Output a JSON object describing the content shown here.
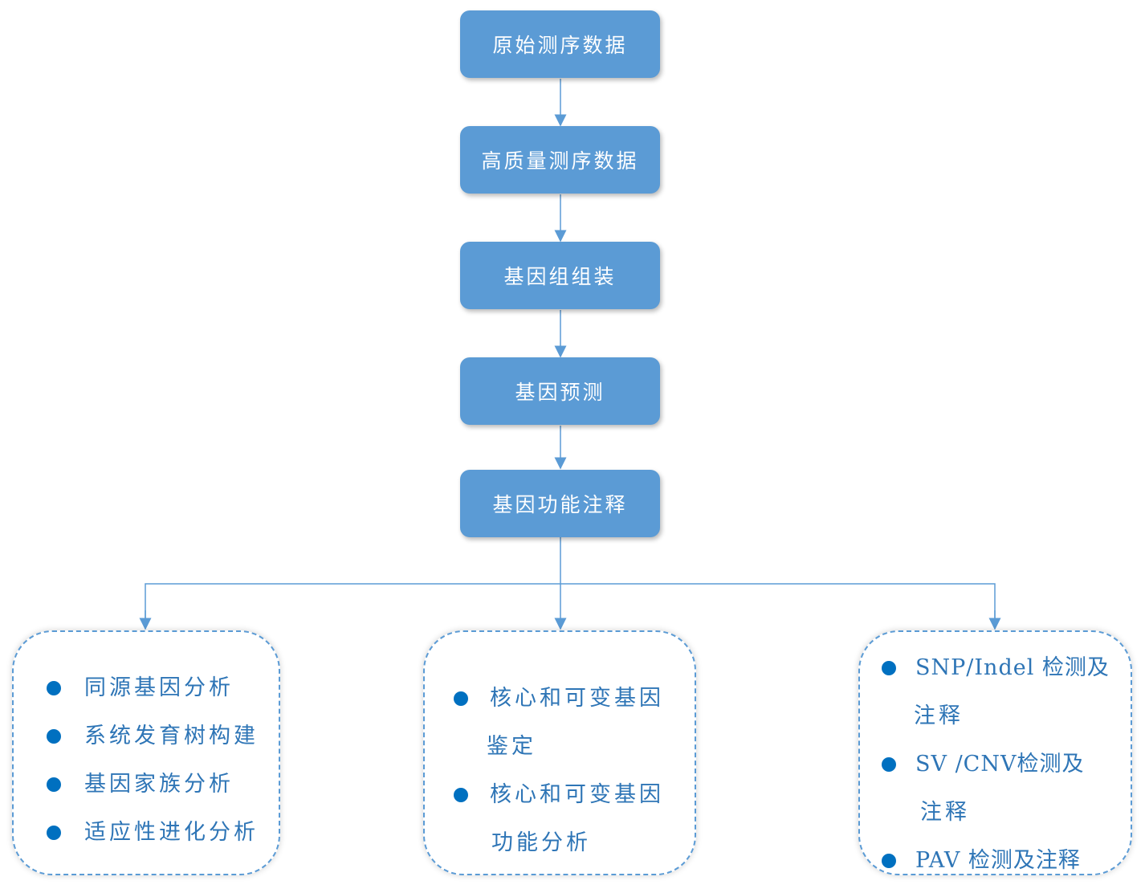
{
  "pipeline": {
    "steps": [
      {
        "label": "原始测序数据"
      },
      {
        "label": "高质量测序数据"
      },
      {
        "label": "基因组组装"
      },
      {
        "label": "基因预测"
      },
      {
        "label": "基因功能注释"
      }
    ]
  },
  "branches": [
    {
      "items": [
        {
          "lines": [
            "同源基因分析"
          ]
        },
        {
          "lines": [
            "系统发育树构建"
          ]
        },
        {
          "lines": [
            "基因家族分析"
          ]
        },
        {
          "lines": [
            "适应性进化分析"
          ]
        }
      ]
    },
    {
      "items": [
        {
          "lines": [
            "核心和可变基因",
            "鉴定"
          ]
        },
        {
          "lines": [
            "核心和可变基因",
            "功能分析"
          ]
        }
      ]
    },
    {
      "items": [
        {
          "lines": [
            "SNP/Indel 检测及",
            "注释"
          ]
        },
        {
          "lines": [
            "SV /CNV检测及",
            "注释"
          ]
        },
        {
          "lines": [
            "PAV 检测及注释"
          ]
        }
      ]
    }
  ],
  "colors": {
    "box_fill": "#5b9bd5",
    "connector": "#5b9bd5",
    "bullet": "#0070c0",
    "item_text": "#2e75b6"
  }
}
